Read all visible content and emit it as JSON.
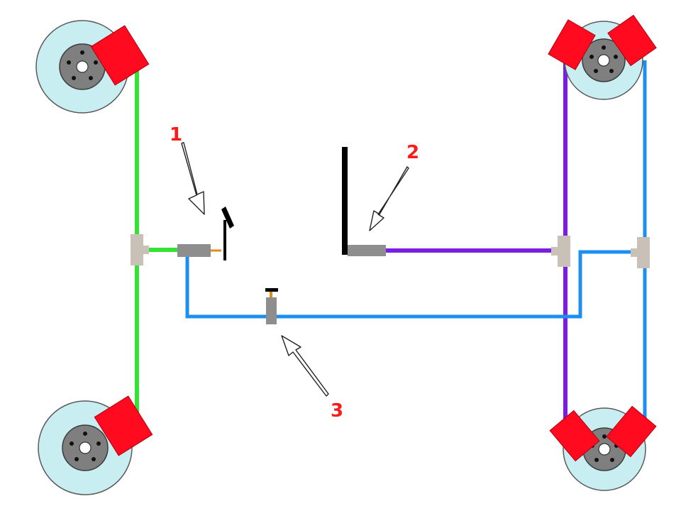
{
  "callouts": {
    "one": "1",
    "two": "2",
    "three": "3"
  },
  "colors": {
    "background": "#ffffff",
    "disc": "#c9eef1",
    "hub": "#7f7f80",
    "caliper": "#ff0a1e",
    "line_front": "#33e233",
    "line_rear_purple": "#7a1fe0",
    "line_rear_blue": "#1d8ff0",
    "tee_fitting": "#c9c0b8",
    "cylinder": "#8e8e8e",
    "pedal": "#000000",
    "pushrod": "#e08a1c",
    "label": "#ff1a1a"
  },
  "icons": [
    "brake-disc-icon",
    "brake-caliper-icon",
    "tee-fitting-icon",
    "master-cylinder-icon",
    "brake-pedal-icon",
    "handbrake-lever-icon",
    "bleed-valve-icon",
    "pointer-arrow-icon"
  ]
}
